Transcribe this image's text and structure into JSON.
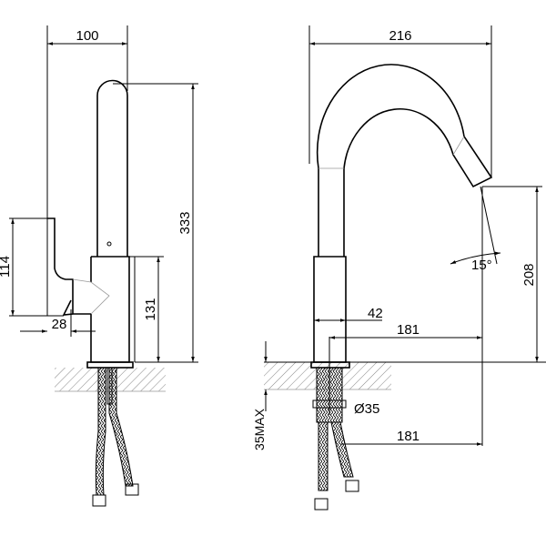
{
  "drawing": {
    "side_view": {
      "overall_width": "100",
      "overall_height": "333",
      "lever_height": "114",
      "body_height": "131",
      "lever_offset": "28"
    },
    "front_view": {
      "overall_width": "216",
      "spout_height": "208",
      "swivel_angle": "15°",
      "column_width": "42",
      "reach": "181",
      "hole_diameter": "Ø35",
      "max_counter_thickness": "35MAX",
      "reach_below": "181"
    }
  }
}
